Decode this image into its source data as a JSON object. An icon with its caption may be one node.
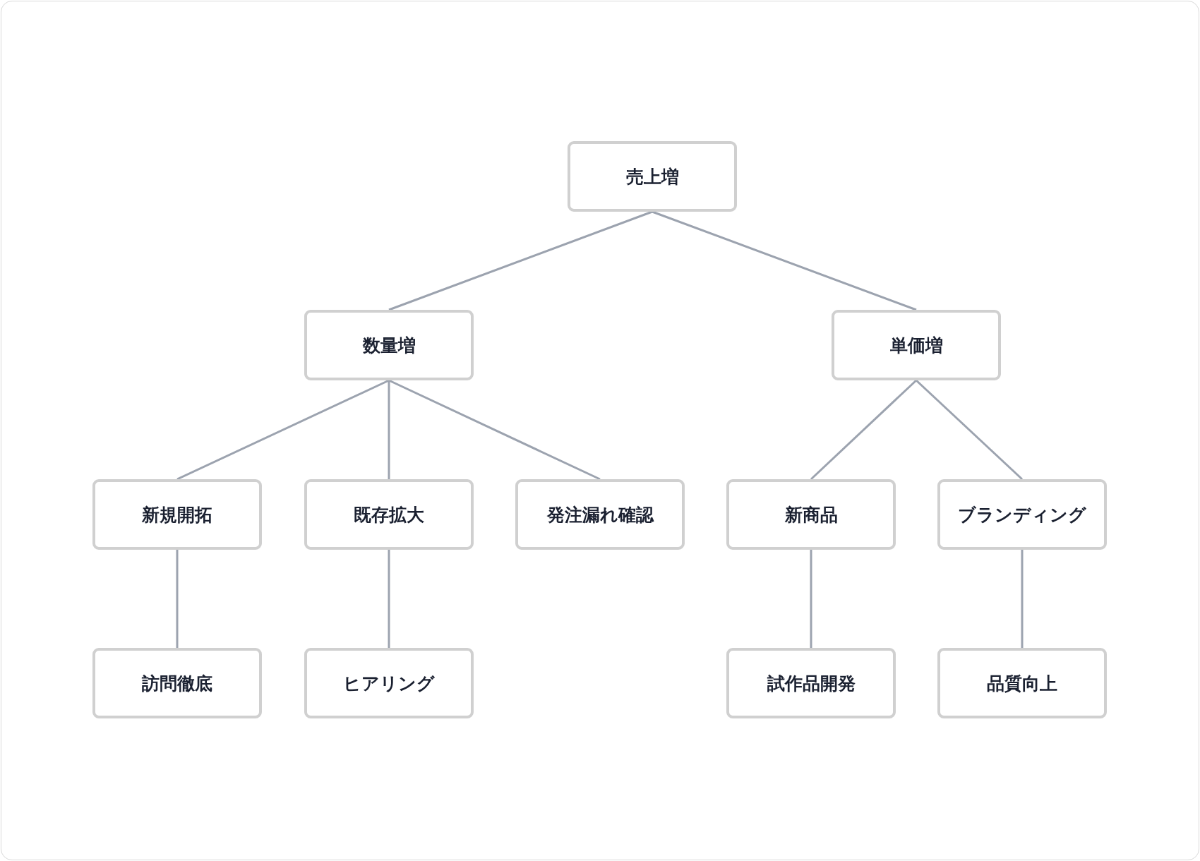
{
  "diagram": {
    "nodes": [
      {
        "text": [
          "売上増"
        ]
      },
      {
        "text": [
          "数量増"
        ]
      },
      {
        "text": [
          "単価増"
        ]
      },
      {
        "text": [
          "新規開拓"
        ]
      },
      {
        "text": [
          "既存拡大"
        ]
      },
      {
        "text": [
          "発注漏れ確認"
        ]
      },
      {
        "text": [
          "新商品"
        ]
      },
      {
        "text": [
          "ブランディング"
        ]
      },
      {
        "text": [
          "訪問徹底"
        ]
      },
      {
        "text": [
          "ヒアリング"
        ]
      },
      {
        "text": [
          "試作品開発"
        ]
      },
      {
        "text": [
          "品質向上"
        ]
      }
    ],
    "edges": [
      {
        "from": 0,
        "to": 1,
        "arrow": "none"
      },
      {
        "from": 0,
        "to": 2,
        "arrow": "none"
      },
      {
        "from": 1,
        "to": 3,
        "arrow": "none"
      },
      {
        "from": 1,
        "to": 4,
        "arrow": "none"
      },
      {
        "from": 1,
        "to": 5,
        "arrow": "none"
      },
      {
        "from": 2,
        "to": 6,
        "arrow": "none"
      },
      {
        "from": 2,
        "to": 7,
        "arrow": "none"
      },
      {
        "from": 3,
        "to": 8,
        "arrow": "none"
      },
      {
        "from": 4,
        "to": 9,
        "arrow": "none"
      },
      {
        "from": 6,
        "to": 10,
        "arrow": "none"
      },
      {
        "from": 7,
        "to": 11,
        "arrow": "none"
      }
    ]
  }
}
